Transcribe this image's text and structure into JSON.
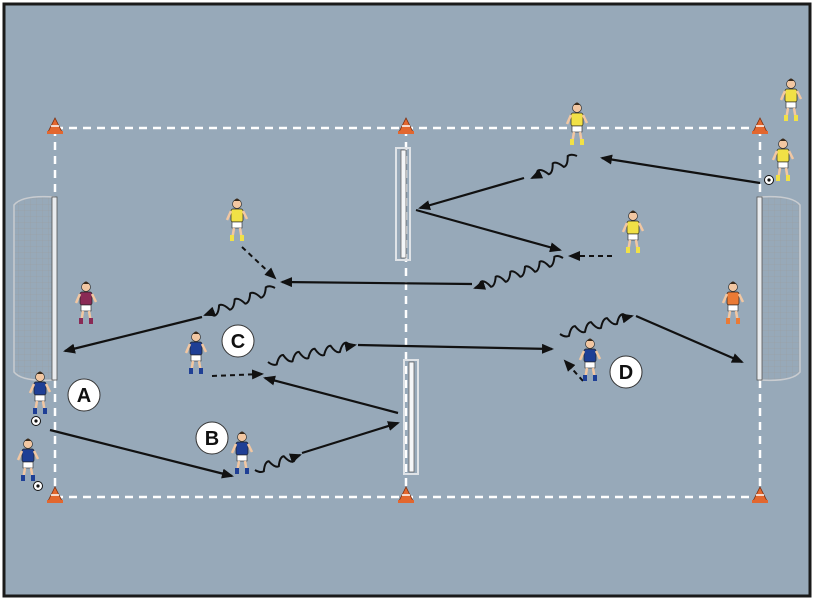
{
  "diagram": {
    "colors": {
      "pitch": "#97a9b9",
      "border": "#1a1a1a",
      "line": "#ffffff",
      "cone": "#e2672f",
      "arrow": "#111111",
      "team_blue": "#1f3f95",
      "team_yellow": "#f1e146",
      "goalkeeper_left": "#8a2a55",
      "goalkeeper_right": "#ea7a35",
      "skin": "#f2c7a2",
      "badge_fill": "#ffffff"
    },
    "labels": {
      "a": "A",
      "b": "B",
      "c": "C",
      "d": "D"
    }
  }
}
